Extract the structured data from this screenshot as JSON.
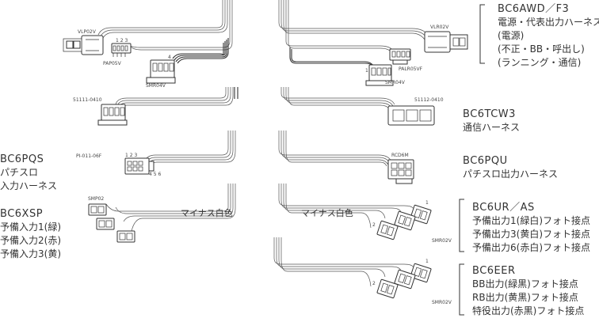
{
  "harnesses": [
    {
      "title": "BC6AWD／F3",
      "lines": [
        "電源・代表出力ハーネス",
        "(電源)",
        "(不正・BB・呼出し)",
        "(ランニング・通信)"
      ]
    },
    {
      "title": "BC6TCW3",
      "lines": [
        "通信ハーネス"
      ]
    },
    {
      "title": "BC6PQS",
      "lines": [
        "パチスロ",
        "入力ハーネス"
      ]
    },
    {
      "title": "BC6PQU",
      "lines": [
        "パチスロ出力ハーネス"
      ]
    },
    {
      "title": "BC6XSP",
      "lines": [
        "予備入力1(緑)",
        "予備入力2(赤)",
        "予備入力3(黄)"
      ]
    },
    {
      "title": "BC6UR／AS",
      "lines": [
        "予備出力1(緑白)フォト接点",
        "予備出力3(黄白)フォト接点",
        "予備出力6(赤白)フォト接点"
      ]
    },
    {
      "title": "BC6EER",
      "lines": [
        "BB出力(緑黒)フォト接点",
        "RB出力(黄黒)フォト接点",
        "特役出力(赤黒)フォト接点"
      ]
    }
  ],
  "connectors": {
    "vlp02v": "VLP02V",
    "pap05v": "PAP05V",
    "smr04v_left": "SMR04V",
    "vlr02v": "VLR02V",
    "palr05vf": "PALR05VF",
    "smr04v_right": "SMR04V",
    "c51111": "51111-0410",
    "c51112": "51112-0410",
    "pi011": "PI-011-06F",
    "rcd6m": "RCD6M",
    "smp02": "SMP02",
    "smr02v_ur": "SMR02V",
    "smr02v_eer": "SMR02V"
  },
  "pin_marks": {
    "one": "1",
    "two": "2",
    "three": "3",
    "four": "4",
    "five": "5",
    "six": "6",
    "one_two_three": "1 2 3",
    "four_five_six": "4 5 6"
  },
  "annotations": {
    "minus_left": "マイナス白色",
    "minus_right": "マイナス白色"
  }
}
